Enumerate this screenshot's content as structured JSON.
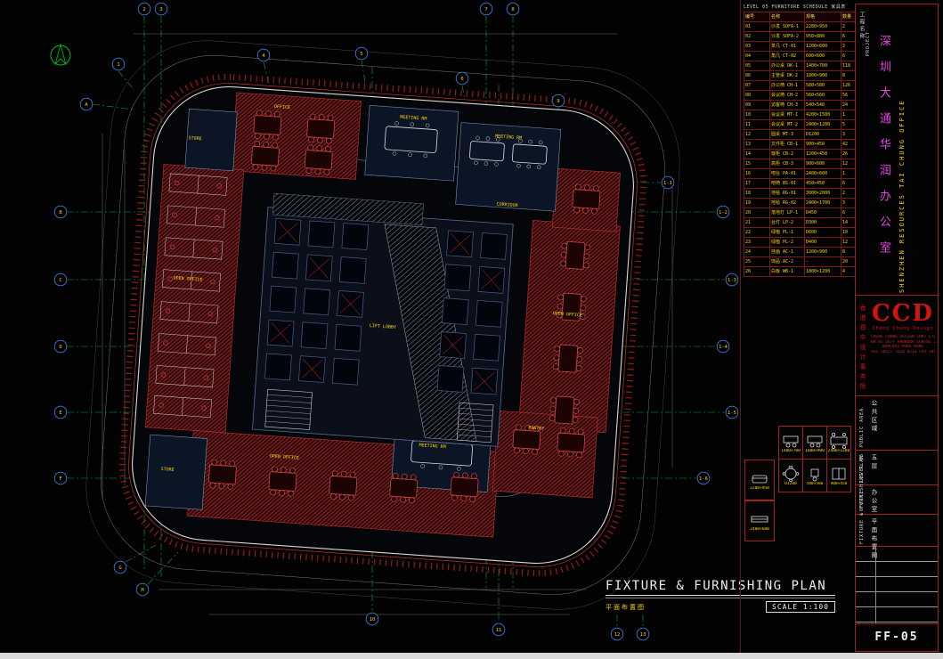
{
  "colors": {
    "background": "#020202",
    "red": "#c03030",
    "yellow": "#ffd400",
    "green": "#00a832",
    "magenta": "#e048e0",
    "blue": "#3a7bd5",
    "white": "#e8e8e8",
    "logo_red": "#d01414"
  },
  "sheet": {
    "drawing_title": "FIXTURE & FURNISHING PLAN",
    "drawing_title_cn": "平面布置图",
    "scale_label": "SCALE 1:100"
  },
  "titleblock": {
    "project_label_cn": "工程名称",
    "project_label_en": "PROJECT",
    "project_title_cn": "深圳大通华润办公室",
    "project_title_en": "SHENZHEN RESOURCES TAI CHUNG OFFICE",
    "logo_text": "CCD",
    "logo_subtitle": "Cheng Chung Design",
    "firm_cn": "香港郑中设计事务所",
    "address_lines": [
      "CHENG CHUNG DESIGN (HK) LTD.",
      "RM 05 16/F HARBOUR CENTRE 25 HARBOUR RD",
      "WANCHAI HONG KONG",
      "TEL (852) 2528 0113  FAX (852) 2528 0223"
    ],
    "info_rows": [
      {
        "en": "PUBLIC AREA",
        "cn": "公共区域"
      },
      {
        "en": "LEVEL 05",
        "cn": "五层"
      },
      {
        "en": "OFFICE",
        "cn": "办公室"
      },
      {
        "en": "FIXTURE & FURNISHING PLAN",
        "cn": "平面布置图"
      }
    ],
    "sheet_number": "FF-05"
  },
  "schedule": {
    "caption": "LEVEL 05 FURNITURE SCHEDULE 家具表",
    "headers": [
      "编号",
      "名称",
      "规格",
      "数量"
    ],
    "rows": [
      [
        "01",
        "沙发 SOFA-1",
        "2280×950",
        "2"
      ],
      [
        "02",
        "沙发 SOFA-2",
        "950×880",
        "6"
      ],
      [
        "03",
        "茶几 CT-01",
        "1200×600",
        "2"
      ],
      [
        "04",
        "角几 CT-02",
        "600×600",
        "6"
      ],
      [
        "05",
        "办公桌 DK-1",
        "1400×700",
        "118"
      ],
      [
        "06",
        "主管桌 DK-2",
        "1800×900",
        "8"
      ],
      [
        "07",
        "办公椅 CH-1",
        "580×580",
        "126"
      ],
      [
        "08",
        "会议椅 CH-2",
        "560×560",
        "56"
      ],
      [
        "09",
        "访客椅 CH-3",
        "540×540",
        "24"
      ],
      [
        "10",
        "会议桌 MT-1",
        "4200×1500",
        "1"
      ],
      [
        "11",
        "会议桌 MT-2",
        "2400×1200",
        "5"
      ],
      [
        "12",
        "圆桌 MT-3",
        "D1200",
        "3"
      ],
      [
        "13",
        "文件柜 CB-1",
        "900×450",
        "42"
      ],
      [
        "14",
        "矮柜 CB-2",
        "1200×450",
        "26"
      ],
      [
        "15",
        "高柜 CB-3",
        "900×600",
        "12"
      ],
      [
        "16",
        "吧台 PA-01",
        "2400×600",
        "1"
      ],
      [
        "17",
        "吧椅 BS-01",
        "450×450",
        "6"
      ],
      [
        "18",
        "地毯 RG-01",
        "3000×2000",
        "2"
      ],
      [
        "19",
        "地毯 RG-02",
        "2400×1700",
        "3"
      ],
      [
        "20",
        "落地灯 LP-1",
        "D450",
        "6"
      ],
      [
        "21",
        "台灯 LP-2",
        "D300",
        "14"
      ],
      [
        "22",
        "绿植 PL-1",
        "D600",
        "10"
      ],
      [
        "23",
        "绿植 PL-2",
        "D400",
        "12"
      ],
      [
        "24",
        "挂画 AC-1",
        "1200×900",
        "8"
      ],
      [
        "25",
        "饰品 AC-2",
        "-",
        "20"
      ],
      [
        "26",
        "白板 WB-1",
        "1800×1200",
        "4"
      ]
    ]
  },
  "legend": {
    "items": [
      {
        "label": "2280×950",
        "kind": "sofa"
      },
      {
        "label": "2400×600",
        "kind": "counter"
      },
      {
        "label": "1400×700",
        "kind": "desk"
      },
      {
        "label": "1800×900",
        "kind": "desk"
      },
      {
        "label": "2400×1200",
        "kind": "table"
      },
      {
        "label": "D1200",
        "kind": "round"
      },
      {
        "label": "580×580",
        "kind": "chair"
      },
      {
        "label": "900×450",
        "kind": "cabinet"
      }
    ]
  },
  "grid": {
    "labels": [
      "1",
      "2",
      "3",
      "4",
      "5",
      "6",
      "7",
      "8",
      "9",
      "A",
      "B",
      "C",
      "D",
      "E",
      "F",
      "G",
      "H",
      "1-1",
      "1-2",
      "1-3",
      "1-4",
      "1-5",
      "1-6",
      "10",
      "11",
      "12",
      "13"
    ]
  },
  "plan": {
    "room_labels": [
      "OFFICE",
      "MEETING RM",
      "MEETING RM",
      "STORE",
      "OPEN OFFICE",
      "LIFT LOBBY",
      "OPEN OFFICE",
      "MEETING RM",
      "OPEN OFFICE",
      "PANTRY",
      "STORE",
      "CORRIDOR"
    ]
  }
}
